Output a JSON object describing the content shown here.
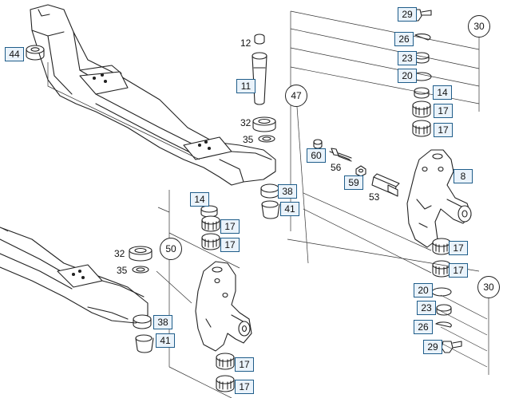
{
  "callouts": {
    "c44": "44",
    "c12": "12",
    "c11": "11",
    "c47": "47",
    "c32a": "32",
    "c35a": "35",
    "c60": "60",
    "c56": "56",
    "c59": "59",
    "c53": "53",
    "c38a": "38",
    "c41a": "41",
    "c14a": "14",
    "c17a": "17",
    "c17b": "17",
    "c50": "50",
    "c32b": "32",
    "c35b": "35",
    "c38b": "38",
    "c41b": "41",
    "c17c": "17",
    "c17d": "17",
    "c29a": "29",
    "c26a": "26",
    "c23a": "23",
    "c20a": "20",
    "c14b": "14",
    "c17e": "17",
    "c17f": "17",
    "c30a": "30",
    "c8": "8",
    "c17g": "17",
    "c17h": "17",
    "c20b": "20",
    "c23b": "23",
    "c26b": "26",
    "c29b": "29",
    "c30b": "30"
  }
}
